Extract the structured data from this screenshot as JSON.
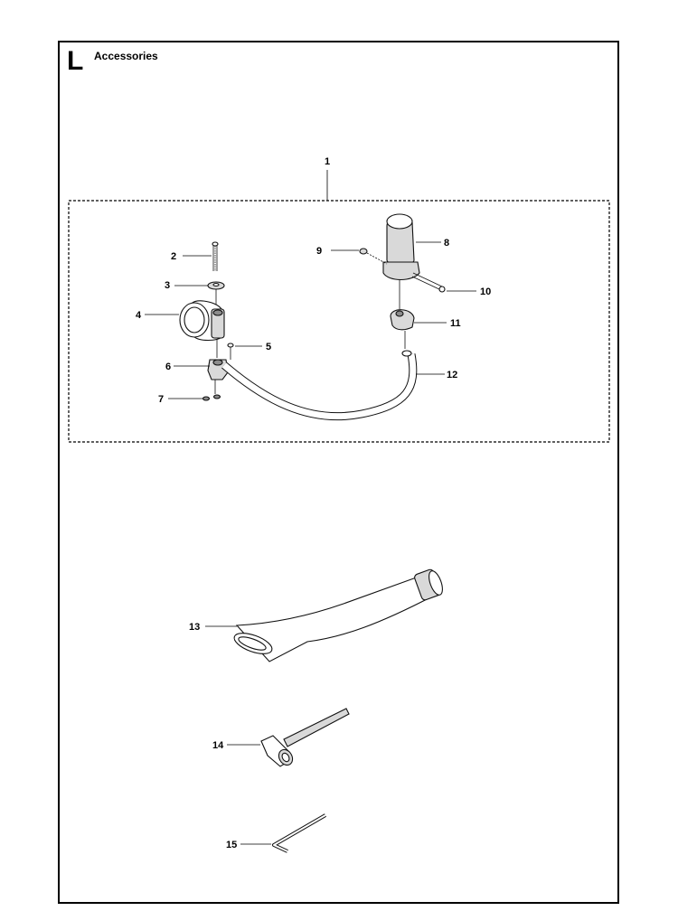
{
  "section": {
    "letter": "L",
    "title": "Accessories"
  },
  "callouts": [
    "1",
    "2",
    "3",
    "4",
    "5",
    "6",
    "7",
    "8",
    "9",
    "10",
    "11",
    "12",
    "13",
    "14",
    "15"
  ],
  "colors": {
    "ink": "#000000",
    "part_shade": "#d9d9d9",
    "part_dark": "#8c8c8c",
    "background": "#ffffff"
  }
}
